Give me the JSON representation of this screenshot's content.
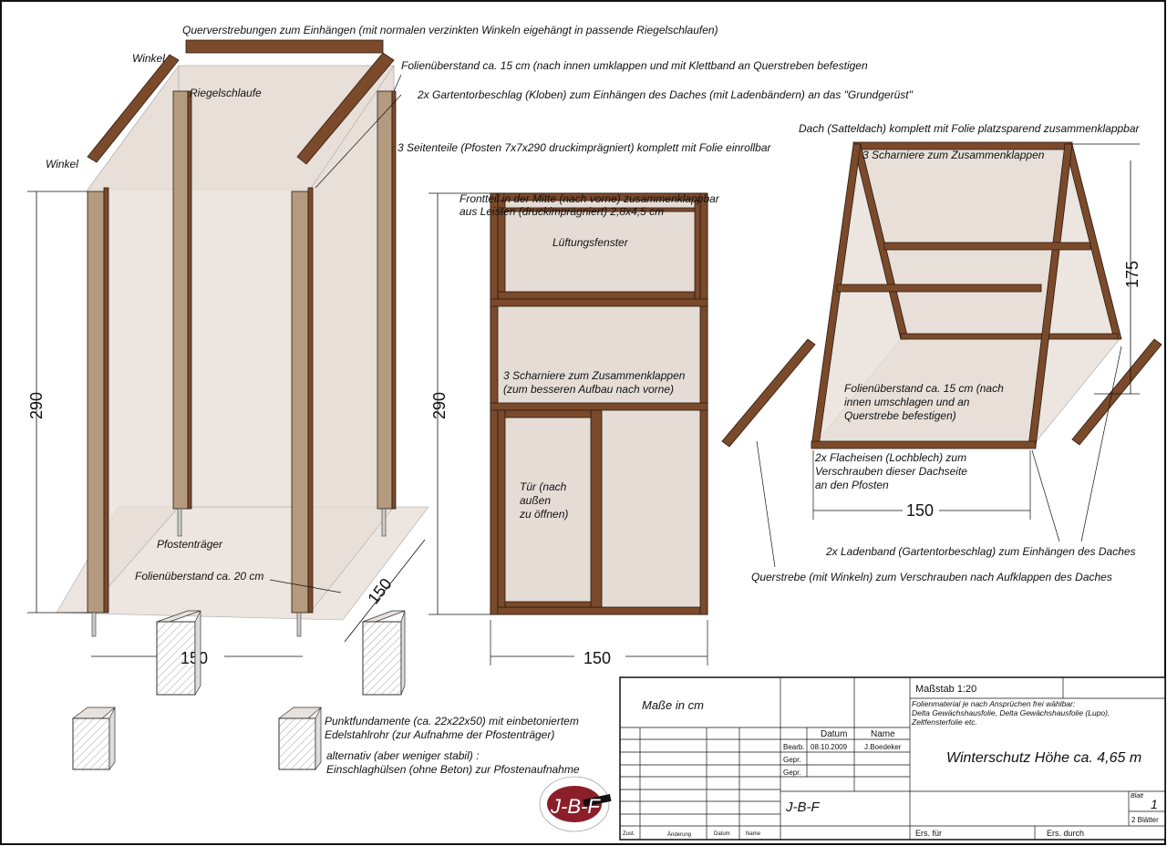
{
  "left": {
    "top_label": "Querverstrebungen zum Einhängen (mit normalen verzinkten Winkeln eigehängt in passende Riegelschlaufen)",
    "winkel_top": "Winkel",
    "winkel_bottom": "Winkel",
    "riegelschlaufe": "Riegelschlaufe",
    "folie_15": "Folienüberstand ca. 15 cm (nach innen umklappen und mit Klettband an Querstreben befestigen",
    "gartentor": "2x Gartentorbeschlag (Kloben) zum Einhängen des Daches (mit Ladenbändern) an das \"Grundgerüst\"",
    "seitenteile": "3 Seitenteile (Pfosten 7x7x290 druckimprägniert) komplett mit Folie einrollbar",
    "pfostentraeger": "Pfostenträger",
    "folie_20": "Folienüberstand ca. 20 cm",
    "dim_height": "290",
    "dim_width": "150",
    "dim_depth": "150"
  },
  "front": {
    "title_1": "Frontteil in der Mitte (nach vorne) zusammenklappbar",
    "title_2": "aus Leisten (druckimprägniert) 2,8x4,5 cm",
    "window": "Lüftungsfenster",
    "hinges_1": "3 Scharniere zum Zusammenklappen",
    "hinges_2": "(zum besseren Aufbau nach vorne)",
    "door_1": "Tür (nach",
    "door_2": "außen",
    "door_3": "zu öffnen)",
    "dim_height": "290",
    "dim_width": "150"
  },
  "roof": {
    "title": "Dach (Satteldach) komplett mit Folie platzsparend zusammenklappbar",
    "hinges": "3 Scharniere zum Zusammenklappen",
    "folie_1": "Folienüberstand ca. 15 cm (nach",
    "folie_2": "innen umschlagen und an",
    "folie_3": "Querstrebe befestigen)",
    "flach_1": "2x Flacheisen (Lochblech) zum",
    "flach_2": "Verschrauben dieser Dachseite",
    "flach_3": "an den Pfosten",
    "ladenband": "2x Ladenband (Gartentorbeschlag) zum Einhängen des Daches",
    "querstrebe": "Querstrebe (mit Winkeln) zum Verschrauben nach Aufklappen des Daches",
    "dim_height": "175",
    "dim_width": "150"
  },
  "foundation": {
    "line_1": "Punktfundamente (ca. 22x22x50) mit einbetoniertem",
    "line_2": " Edelstahlrohr (zur Aufnahme der Pfostenträger)",
    "line_3": "alternativ (aber weniger stabil) :",
    "line_4": "Einschlaghülsen (ohne Beton) zur Pfostenaufnahme"
  },
  "logo": {
    "text": "J-B-F"
  },
  "title_block": {
    "units": "Maße in cm",
    "scale": "Maßstab 1:20",
    "material_1": "Folienmaterial je nach Ansprüchen frei wählbar:",
    "material_2": "Delta Gewächshausfolie, Delta Gewächshausfolie (Lupo),",
    "material_3": "Zeltfensterfolie etc.",
    "col_datum": "Datum",
    "col_name": "Name",
    "bearb": "Bearb.",
    "bearb_date": "08.10.2009",
    "bearb_name": "J.Boedeker",
    "gepr1": "Gepr.",
    "gepr2": "Gepr.",
    "drawing_title": "Winterschutz Höhe ca. 4,65 m",
    "company": "J-B-F",
    "blatt_label": "Blatt",
    "blatt_num": "1",
    "blatt_total": "2 Blätter",
    "zust": "Zust.",
    "aenderung": "Änderung",
    "datum": "Datum",
    "name": "Name",
    "ers_fuer": "Ers. für",
    "ers_durch": "Ers. durch"
  }
}
